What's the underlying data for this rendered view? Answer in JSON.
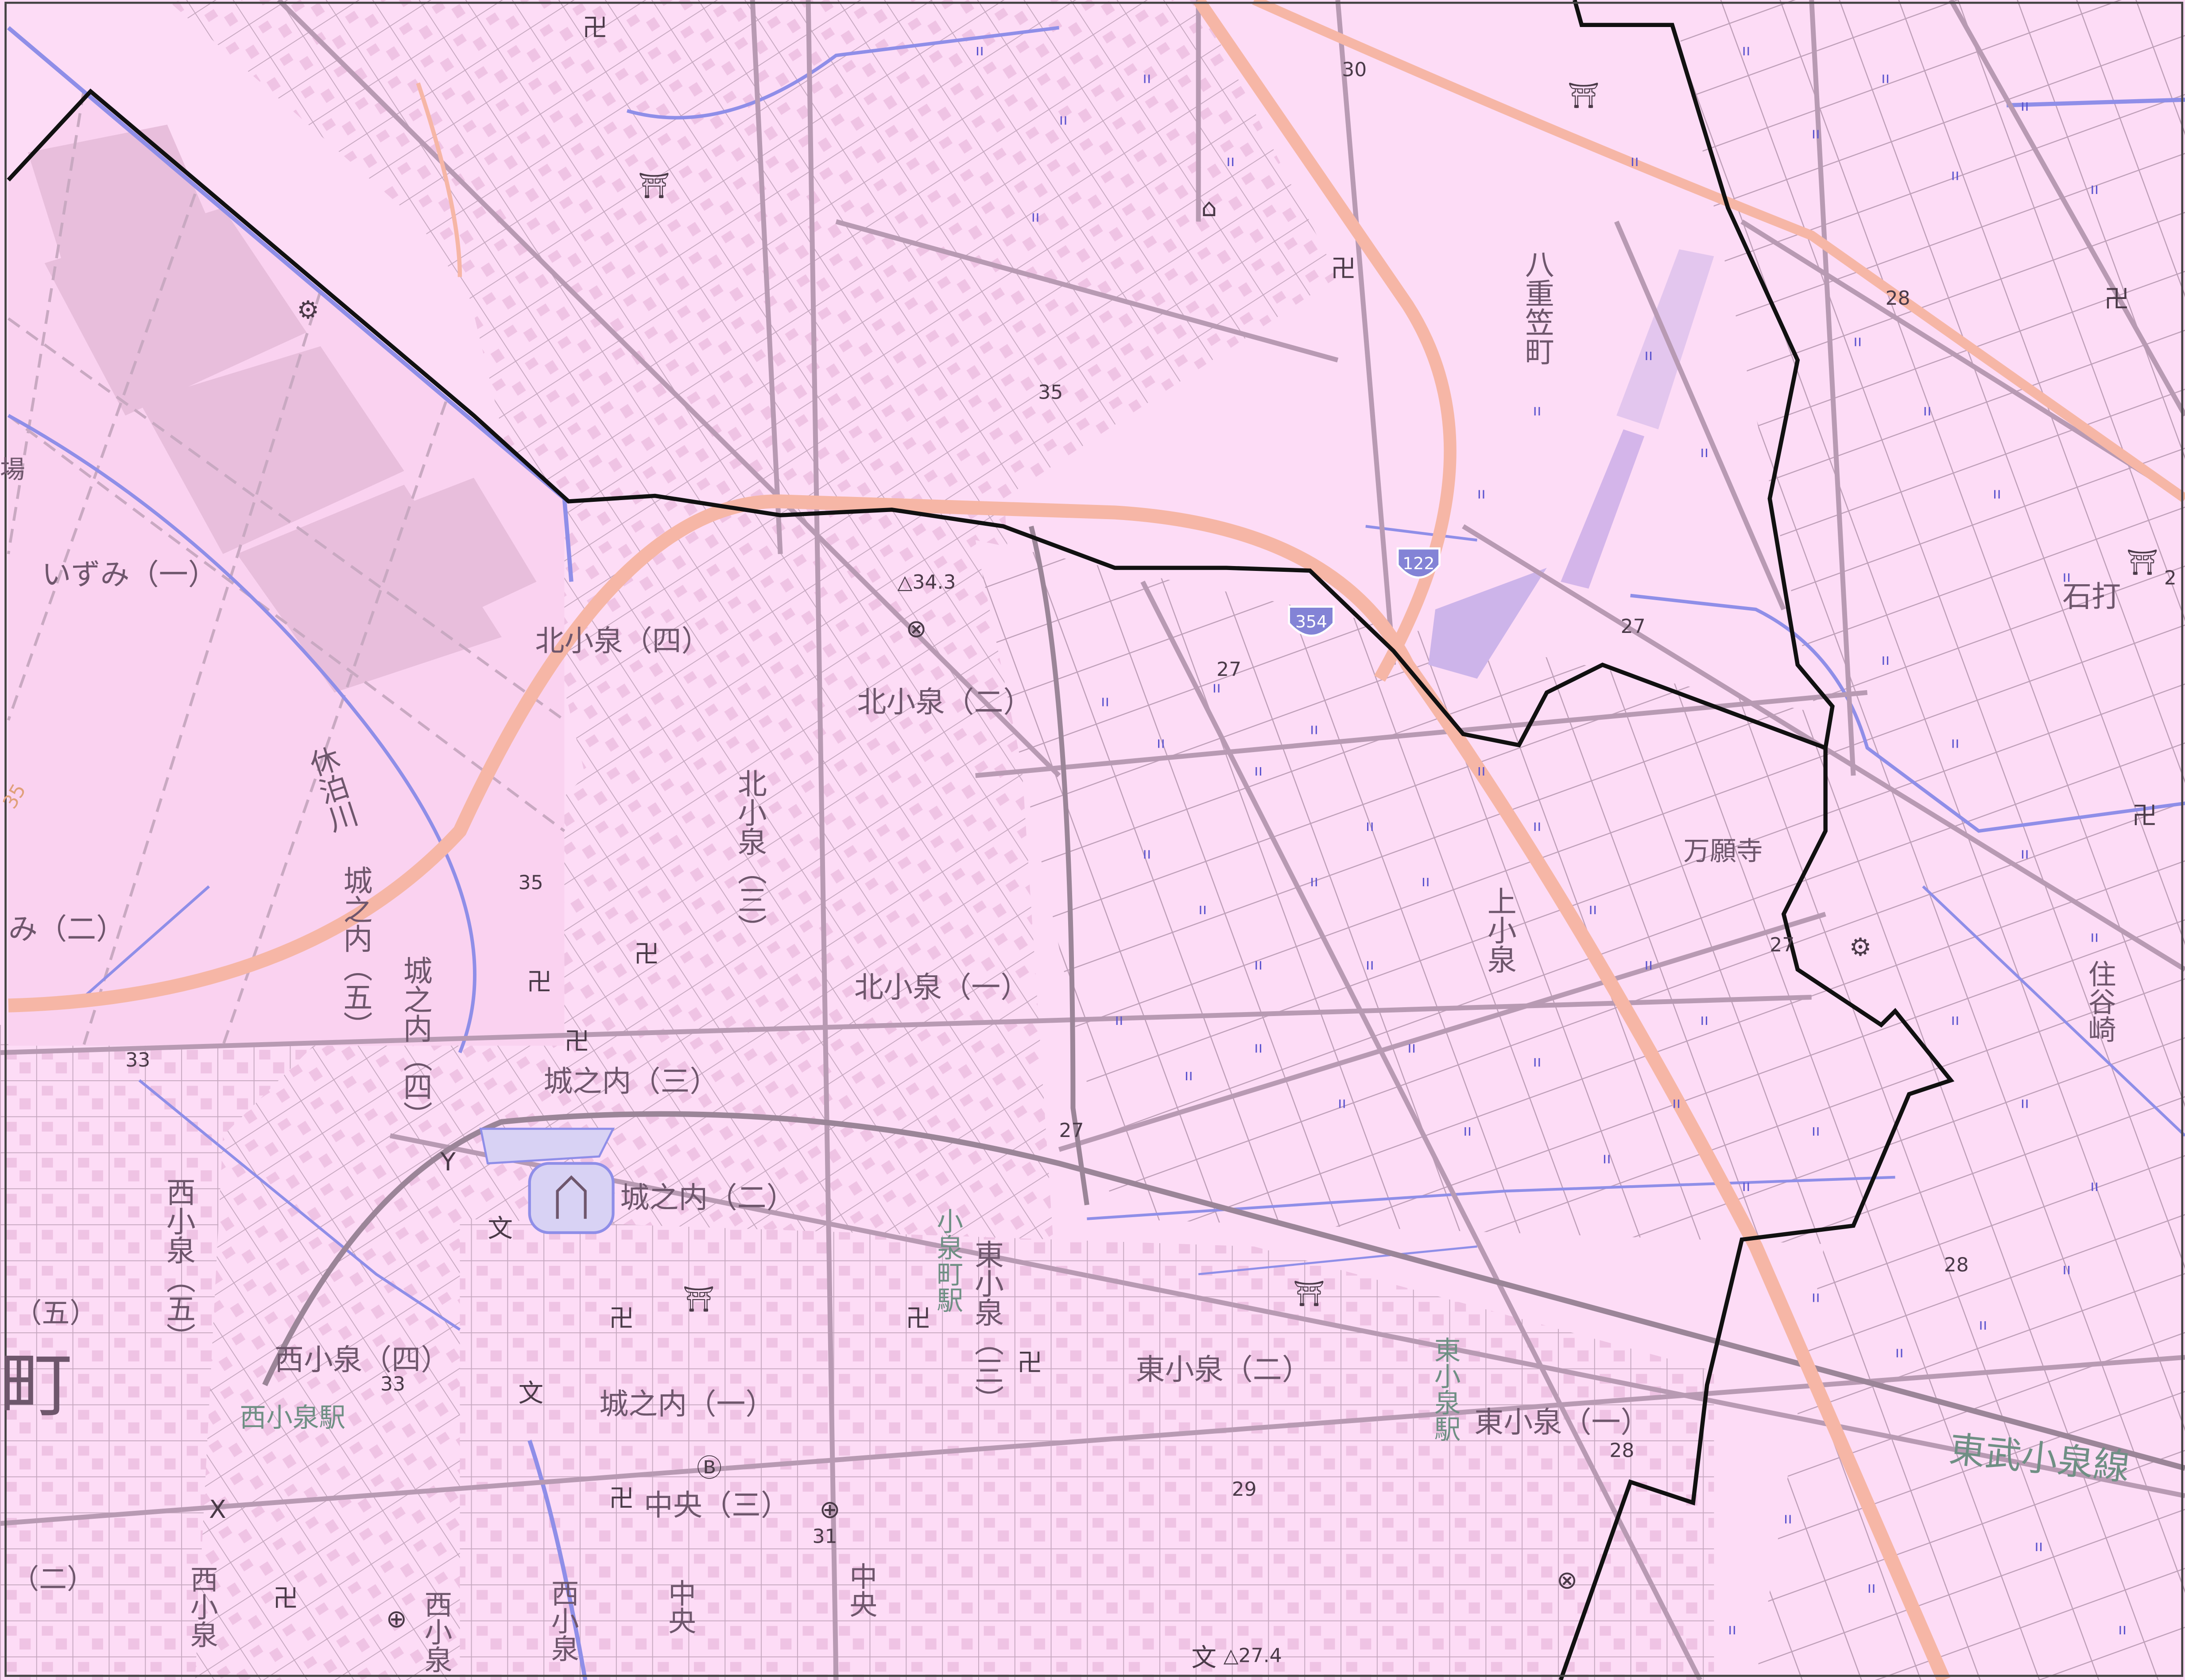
{
  "colors": {
    "urban": "#fddcf6",
    "block": "#f2c9e9",
    "road": "#b89ab3",
    "road_casing": "#ffffff",
    "highway": "#f6b6a6",
    "water": "#8f8ee8",
    "boundary": "#111111",
    "rail": "#9b8598",
    "label": "#6e566c",
    "station_label": "#6f8f84",
    "field_mark": "#5d55cf",
    "route_shield": "#8383d6"
  },
  "area_labels": {
    "izumi_1": "いずみ（一）",
    "izumi_2": "み（二）",
    "kitakoizumi_4": "北小泉（四）",
    "kitakoizumi_2": "北小泉（二）",
    "kitakoizumi_3": "北小泉（三）",
    "kitakoizumi_1": "北小泉（一）",
    "shironouchi_5": "城之内（五）",
    "shironouchi_4": "城之内（四）",
    "shironouchi_3": "城之内（三）",
    "shironouchi_2": "城之内（二）",
    "shironouchi_1": "城之内（一）",
    "nishikoizumi_5": "西小泉（五）",
    "nishikoizumi_4": "西小泉（四）",
    "nishikoizumi_west_5": "（五）",
    "nishikoizumi_2": "（二）",
    "nishikoizumi_col": "西小泉",
    "nishikoizumi_col2": "西小泉",
    "nishikoizumi_col3": "西小泉",
    "higashikoizumi_3": "東小泉（三）",
    "higashikoizumi_2": "東小泉（二）",
    "higashikoizumi_1": "東小泉（一）",
    "chuo_3": "中央（三）",
    "chuo_col": "中央",
    "chuo_col2": "中央",
    "kamikoizumi": "上小泉",
    "yaegasa": "八重笠町",
    "ishiuchi": "石打",
    "sumiyazaki": "住谷崎",
    "machi": "町",
    "edge_char": "場",
    "kyuhakugawa": "休泊川",
    "manganji": "万願寺"
  },
  "stations": {
    "nishikoizumi": "西小泉駅",
    "koizumimachi": "小泉町駅",
    "higashikoizumi": "東小泉駅"
  },
  "rail_line": "東武小泉線",
  "routes": {
    "r122": "122",
    "r354": "354"
  },
  "elevations": {
    "e30": "30",
    "e35": "35",
    "e343": "34.3",
    "e27a": "27",
    "e27b": "27",
    "e27c": "27",
    "e27d": "27",
    "e28a": "28",
    "e28b": "28",
    "e28c": "28",
    "e35b": "35",
    "e33a": "33",
    "e33b": "33",
    "e29": "29",
    "e31": "31",
    "e274": "27.4",
    "e35c": "35",
    "e2edge": "2"
  },
  "icons": [
    "temple-icon",
    "shrine-icon",
    "school-icon",
    "police-icon",
    "post-office-icon",
    "factory-icon",
    "library-icon",
    "castle-ruin-icon",
    "monument-icon",
    "field-mark-icon",
    "benchmark-icon"
  ]
}
